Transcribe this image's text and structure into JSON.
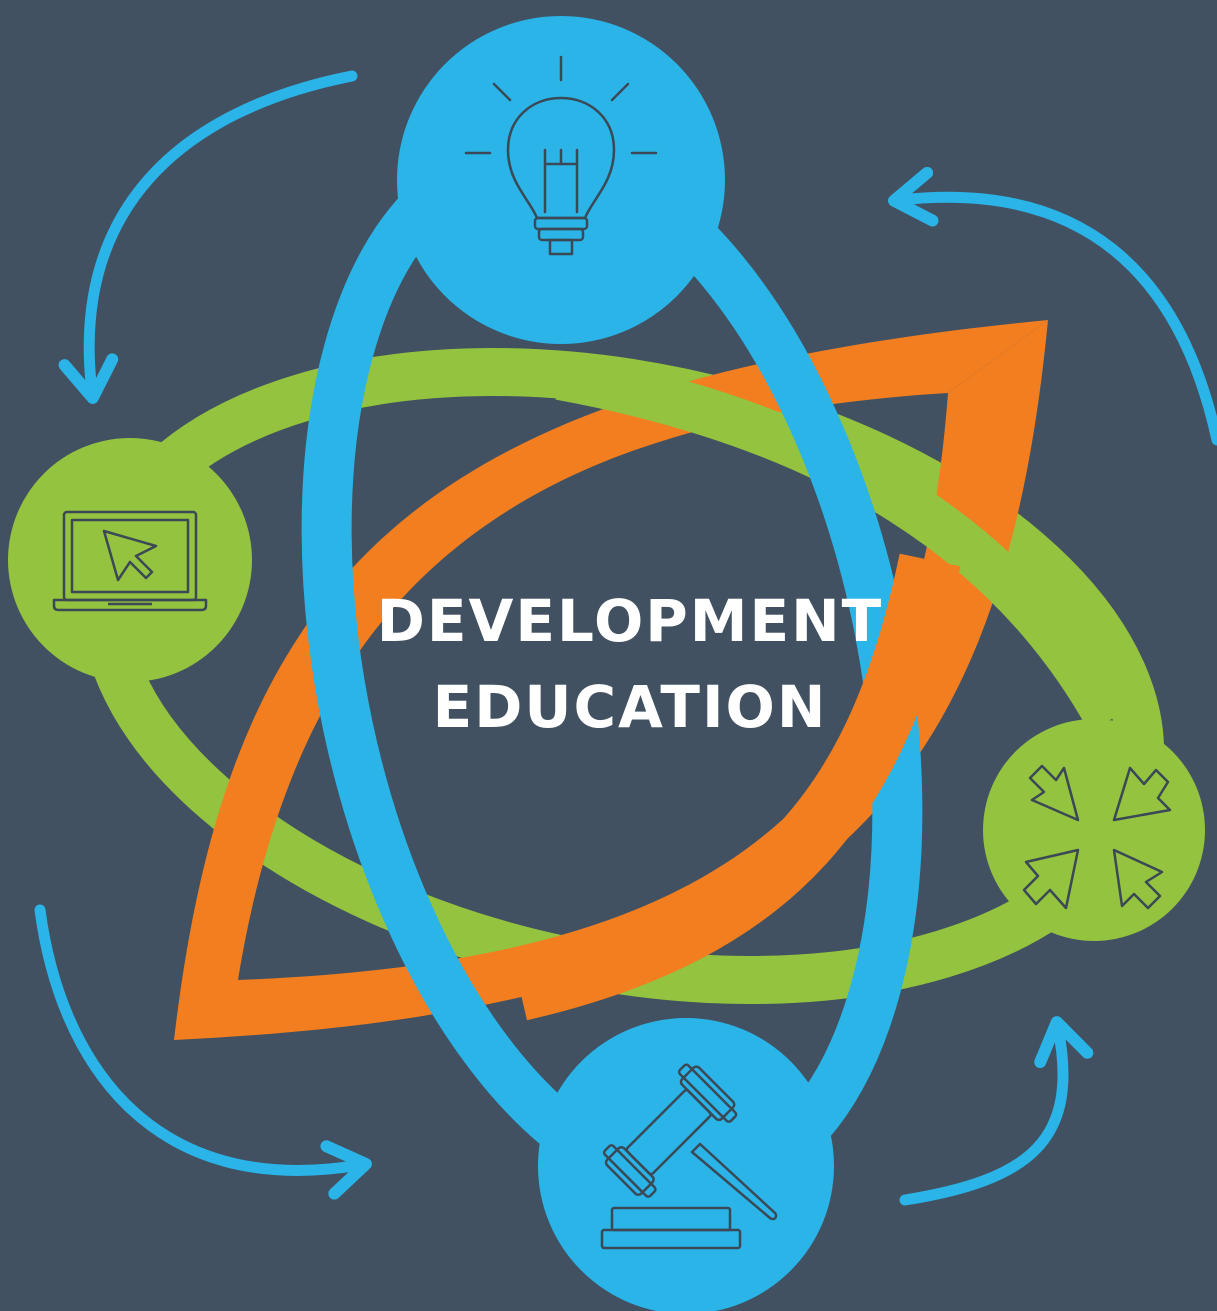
{
  "title": {
    "line1": "DEVELOPMENT",
    "line2": "EDUCATION"
  },
  "colors": {
    "background": "#415161",
    "blue": "#2ab4e8",
    "green": "#93c33f",
    "orange": "#f27e20",
    "text": "#ffffff",
    "icon_stroke": "#3b4855"
  },
  "nodes": [
    {
      "name": "idea",
      "icon": "lightbulb-icon",
      "color": "blue"
    },
    {
      "name": "digital",
      "icon": "laptop-cursor-icon",
      "color": "green"
    },
    {
      "name": "collaboration",
      "icon": "converging-arrows-icon",
      "color": "green"
    },
    {
      "name": "policy",
      "icon": "gavel-icon",
      "color": "blue"
    }
  ]
}
